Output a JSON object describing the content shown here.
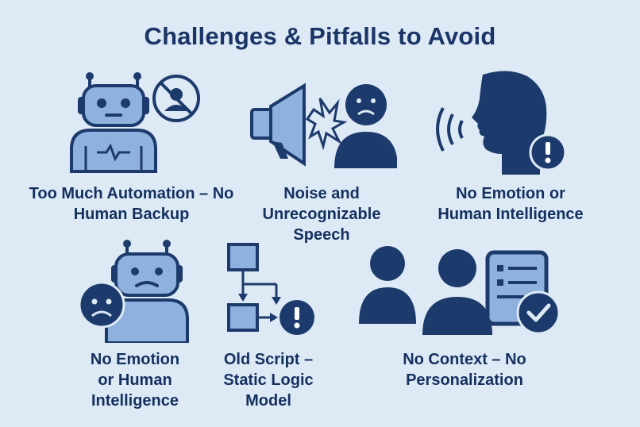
{
  "title": "Challenges & Pitfalls to Avoid",
  "colors": {
    "background": "#dde9f5",
    "navy": "#1c3a6b",
    "light_blue": "#8fb1de",
    "text": "#14305e"
  },
  "items": [
    {
      "label": "Too Much Automation – No Human Backup",
      "icon": "robot-no-human-icon"
    },
    {
      "label": "Noise and Unrecognizable Speech",
      "icon": "megaphone-noise-icon"
    },
    {
      "label": "No Emotion or Human Intelligence",
      "icon": "speaking-head-alert-icon"
    },
    {
      "label": "No Emotion or Human Intelligence",
      "icon": "sad-robot-icon"
    },
    {
      "label": "Old Script – Static Logic Model",
      "icon": "flowchart-alert-icon"
    },
    {
      "label": "No Context – No Personalization",
      "icon": "people-document-check-icon"
    }
  ]
}
